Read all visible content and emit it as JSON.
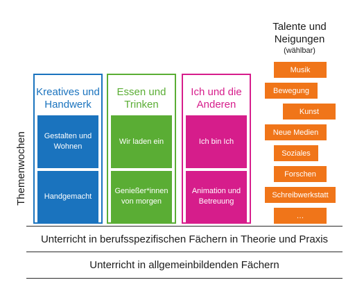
{
  "side_label": "Themenwochen",
  "colors": {
    "blue": "#1a73be",
    "green": "#5aad34",
    "magenta": "#d61d8b",
    "orange": "#f07519"
  },
  "columns": [
    {
      "title_lines": [
        "Kreatives und",
        "Handwerk"
      ],
      "tiles": [
        [
          "Gestalten und",
          "Wohnen"
        ],
        [
          "Handgemacht"
        ]
      ]
    },
    {
      "title_lines": [
        "Essen und",
        "Trinken"
      ],
      "tiles": [
        [
          "Wir laden ein"
        ],
        [
          "Genießer*innen",
          "von morgen"
        ]
      ]
    },
    {
      "title_lines": [
        "Ich und die",
        "Anderen"
      ],
      "tiles": [
        [
          "Ich bin Ich"
        ],
        [
          "Animation und",
          "Betreuung"
        ]
      ]
    }
  ],
  "talents": {
    "title_lines": [
      "Talente und",
      "Neigungen"
    ],
    "subtitle": "(wählbar)",
    "items": [
      "Musik",
      "Bewegung",
      "Kunst",
      "Neue Medien",
      "Soziales",
      "Forschen",
      "Schreibwerkstatt",
      "…"
    ]
  },
  "bands": [
    "Unterricht in berufsspezifischen Fächern in Theorie und Praxis",
    "Unterricht in allgemeinbildenden Fächern"
  ]
}
